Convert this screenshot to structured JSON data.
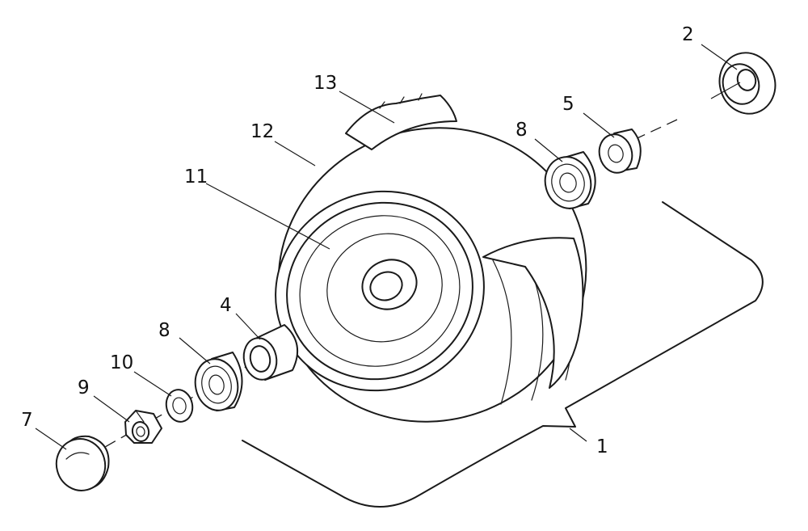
{
  "labels": {
    "l1": "1",
    "l2": "2",
    "l4": "4",
    "l5": "5",
    "l7": "7",
    "l8a": "8",
    "l8b": "8",
    "l9": "9",
    "l10": "10",
    "l11": "11",
    "l12": "12",
    "l13": "13"
  }
}
